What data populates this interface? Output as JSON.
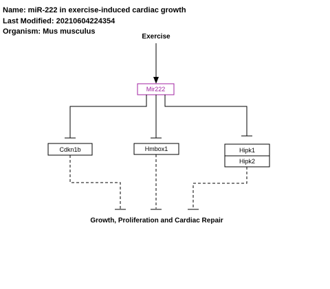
{
  "meta": {
    "name": "Name: miR-222 in exercise-induced cardiac growth",
    "last_modified": "Last Modified: 20210604224354",
    "organism": "Organism: Mus musculus"
  },
  "pathway": {
    "stimulus": "Exercise",
    "regulator": "Mir222",
    "targets": [
      "Cdkn1b",
      "Hmbox1",
      "Hipk1",
      "Hipk2"
    ],
    "outcome": "Growth, Proliferation and Cardiac Repair"
  },
  "colors": {
    "regulator_border": "#a020a0",
    "regulator_text": "#a020a0",
    "line": "#000000"
  }
}
